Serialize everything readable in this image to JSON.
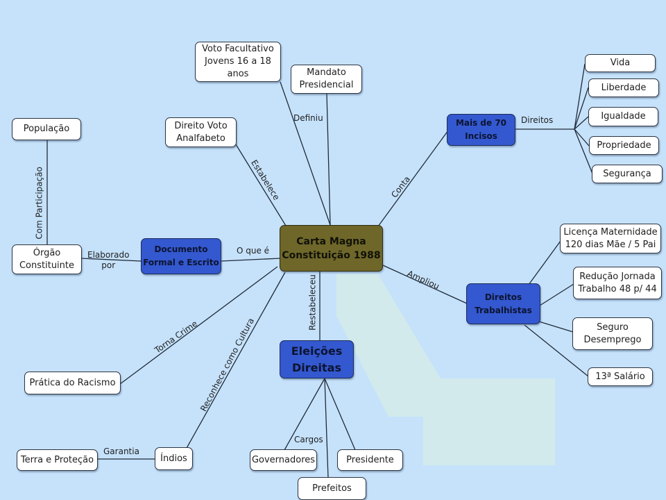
{
  "colors": {
    "background": "#c6e2fb",
    "central_node": "#6e6729",
    "hub_node": "#3358cf",
    "leaf_node": "#ffffff",
    "connector": "#1f2a36"
  },
  "nodes": {
    "carta_magna": "Carta Magna\nConstituição 1988",
    "documento": "Documento\nFormal e Escrito",
    "orgao": "Órgão\nConstituinte",
    "populacao": "População",
    "direito_voto": "Direito Voto\nAnalfabeto",
    "voto_facultativo": "Voto Facultativo\nJovens 16 a 18\nanos",
    "mandato": "Mandato\nPresidencial",
    "mais70": "Mais de 70\nIncisos",
    "vida": "Vida",
    "liberdade": "Liberdade",
    "igualdade": "Igualdade",
    "propriedade": "Propriedade",
    "seguranca": "Segurança",
    "direitos_trab": "Direitos\nTrabalhistas",
    "licenca": "Licença Maternidade\n120 dias  Mãe / 5 Pai",
    "reducao": "Redução Jornada\nTrabalho 48 p/ 44",
    "seguro": "Seguro\nDesemprego",
    "decimo": "13ª Salário",
    "eleicoes": "Eleições\n Direitas",
    "governadores": "Governadores",
    "presidente": "Presidente",
    "prefeitos": "Prefeitos",
    "racismo": "Prática do Racismo",
    "indios": "Índios",
    "terra": "Terra e Proteção"
  },
  "labels": {
    "o_que_e": "O que é",
    "elaborado": "Elaborado\npor",
    "com_participacao": "Com Participação",
    "estabelece": "Estabelece",
    "definiu": "Definiu",
    "conta": "Conta",
    "direitos": "Direitos",
    "ampliou": "Ampliou",
    "restabeleceu": "Restabeleceu",
    "torna_crime": "Torna Crime",
    "reconhece": "Reconhece como Cultura",
    "garantia": "Garantia",
    "cargos": "Cargos"
  }
}
